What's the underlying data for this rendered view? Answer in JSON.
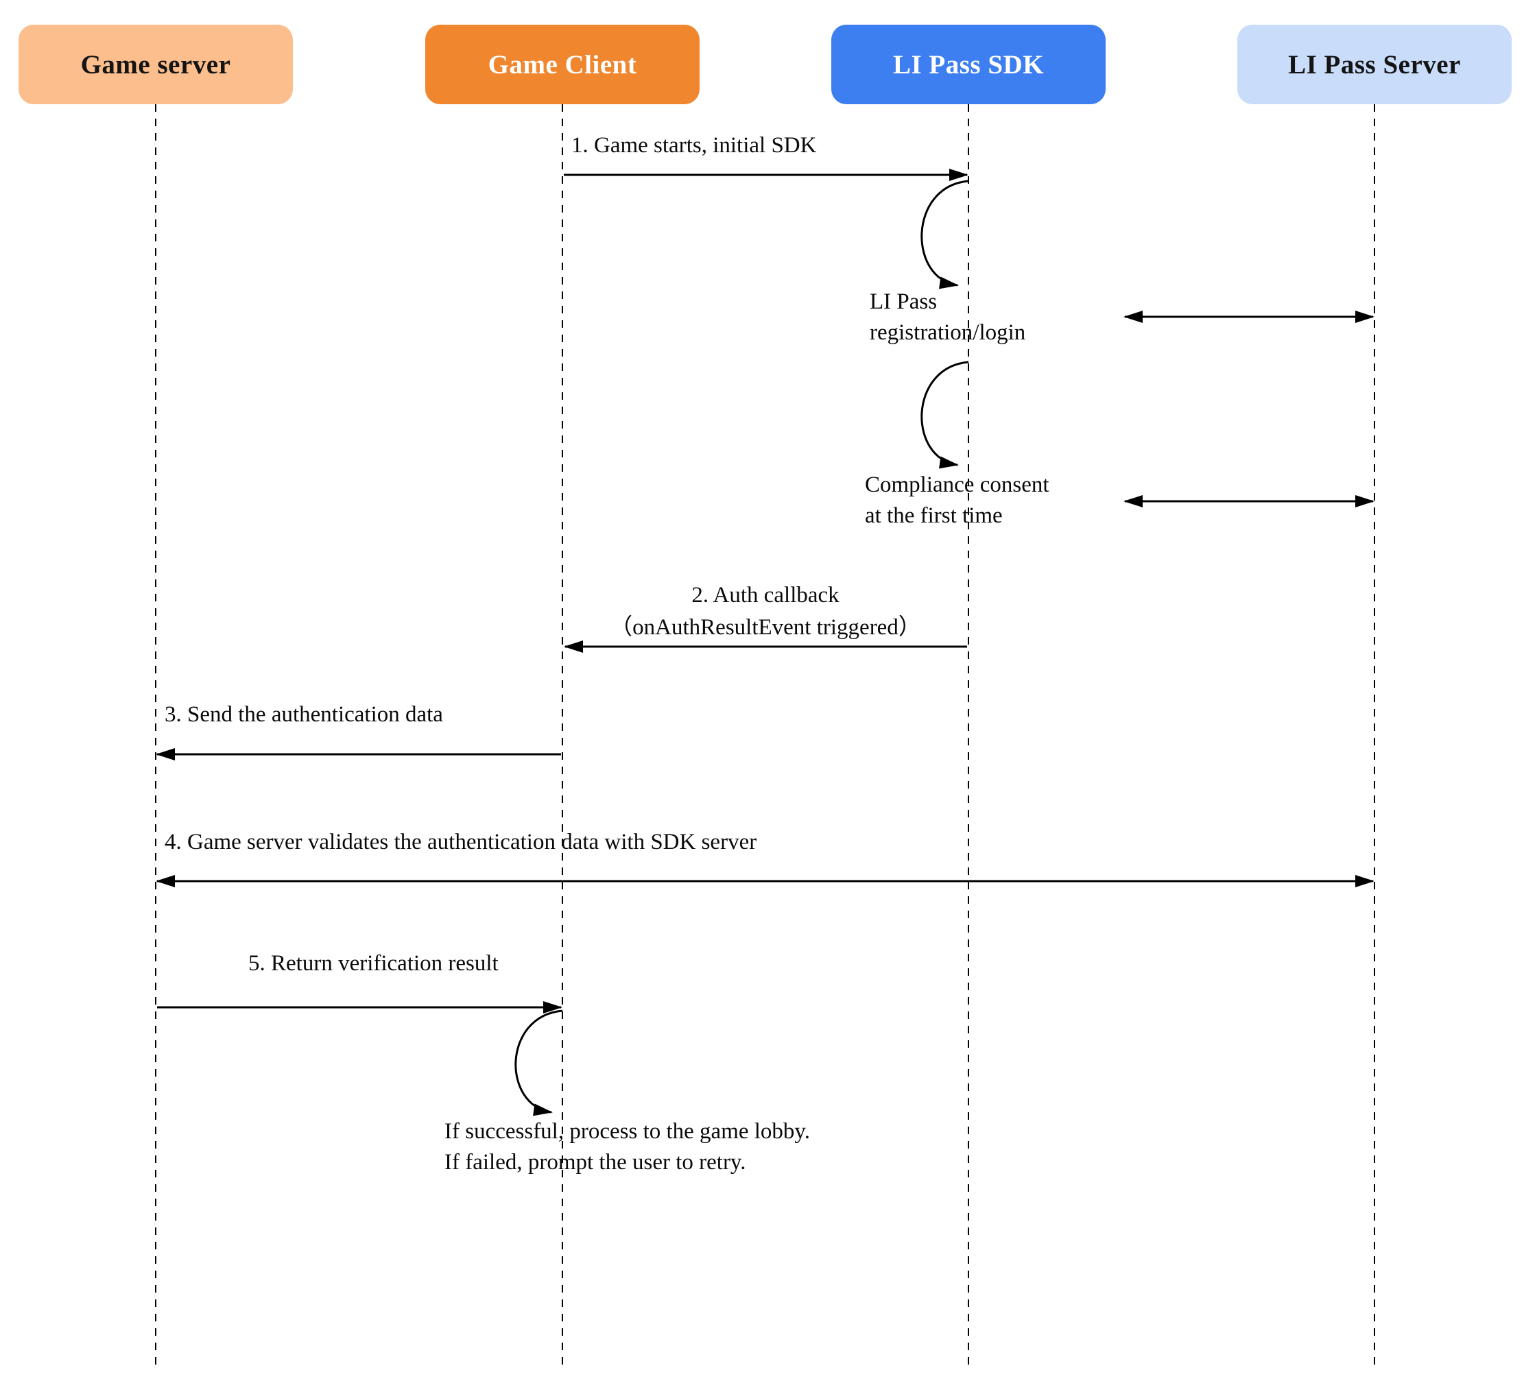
{
  "diagram": {
    "type": "sequence-diagram",
    "background": "#FFFFFF",
    "line_color": "#000000",
    "actors": [
      {
        "label": "Game server",
        "fill": "#FBBE8C",
        "text_color": "#141414"
      },
      {
        "label": "Game Client",
        "fill": "#F0862D",
        "text_color": "#FFFFFF"
      },
      {
        "label": "LI Pass SDK",
        "fill": "#3D7EF0",
        "text_color": "#FFFFFF"
      },
      {
        "label": "LI Pass Server",
        "fill": "#C9DCF9",
        "text_color": "#141414"
      }
    ],
    "messages": [
      {
        "label": "1. Game starts, initial SDK",
        "from": "Game Client",
        "to": "LI Pass SDK",
        "style": "solid-arrow"
      },
      {
        "lines": [
          "LI Pass",
          "registration/login"
        ],
        "type": "self-action",
        "actor": "LI Pass SDK"
      },
      {
        "type": "bidirectional-sync",
        "between": [
          "LI Pass SDK",
          "LI Pass Server"
        ]
      },
      {
        "lines": [
          "Compliance consent",
          "at the first time"
        ],
        "type": "self-action",
        "actor": "LI Pass SDK"
      },
      {
        "type": "bidirectional-sync",
        "between": [
          "LI Pass SDK",
          "LI Pass Server"
        ]
      },
      {
        "lines": [
          "2. Auth callback",
          "（onAuthResultEvent triggered）"
        ],
        "from": "LI Pass SDK",
        "to": "Game Client",
        "style": "solid-arrow"
      },
      {
        "label": "3. Send the authentication data",
        "from": "Game Client",
        "to": "Game server",
        "style": "solid-arrow"
      },
      {
        "label": "4. Game server validates the authentication data with SDK server",
        "type": "bidirectional-sync",
        "between": [
          "Game server",
          "LI Pass Server"
        ]
      },
      {
        "label": "5. Return verification result",
        "from": "Game server",
        "to": "Game Client",
        "style": "solid-arrow"
      },
      {
        "lines": [
          "If successful, process to the game lobby.",
          "If failed, prompt the user to retry."
        ],
        "type": "self-action",
        "actor": "Game Client"
      }
    ]
  }
}
